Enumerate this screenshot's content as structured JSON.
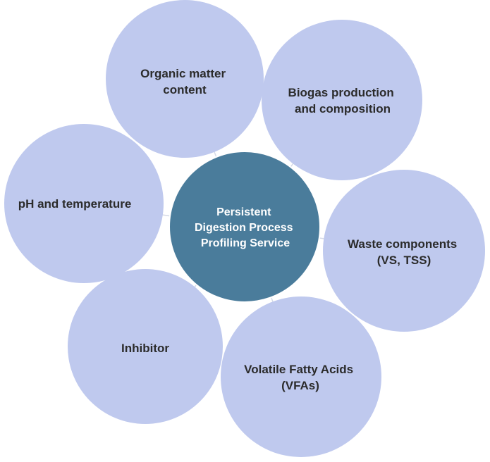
{
  "diagram": {
    "center": {
      "lines": [
        "Persistent",
        "Digestion Process",
        "Profiling Service"
      ],
      "color": "#4a7c9b"
    },
    "satellite_color": "#bfc9ee",
    "satellites": [
      {
        "id": "organic",
        "lines": [
          "Organic matter",
          "content"
        ]
      },
      {
        "id": "biogas",
        "lines": [
          "Biogas production",
          "and composition"
        ]
      },
      {
        "id": "waste",
        "lines": [
          "Waste components",
          "(VS, TSS)"
        ]
      },
      {
        "id": "vfa",
        "lines": [
          "Volatile Fatty Acids",
          "(VFAs)"
        ]
      },
      {
        "id": "inhibitor",
        "lines": [
          "Inhibitor"
        ]
      },
      {
        "id": "ph",
        "lines": [
          "pH and temperature"
        ]
      }
    ]
  }
}
